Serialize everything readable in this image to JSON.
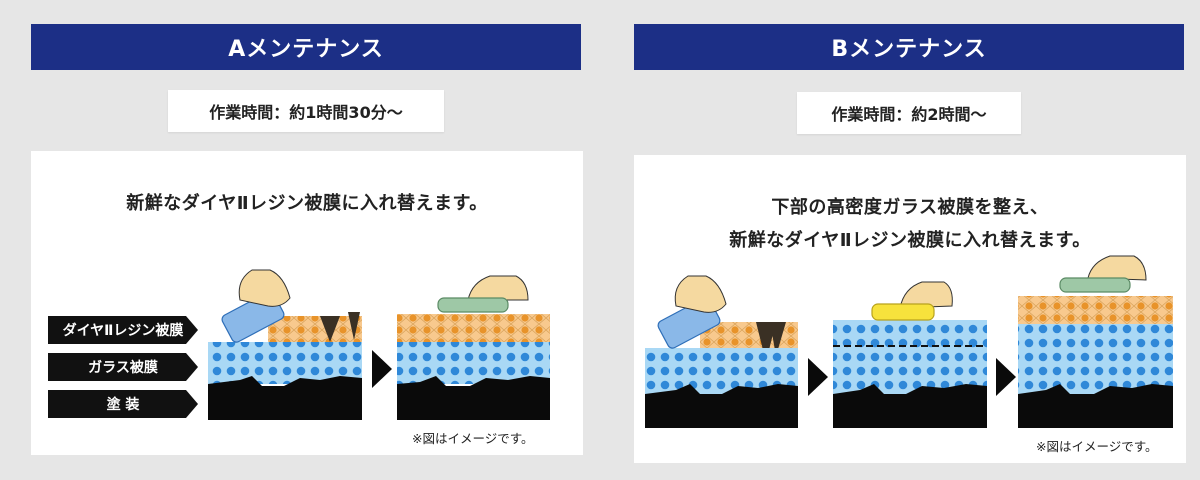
{
  "sections": {
    "a": {
      "title": "Aメンテナンス",
      "time": "作業時間：約1時間30分〜",
      "description_lines": [
        "新鮮なダイヤⅡレジン被膜に入れ替えます。"
      ],
      "layer_labels": [
        "ダイヤⅡレジン被膜",
        "ガラス被膜",
        "塗 装"
      ],
      "note": "※図はイメージです。"
    },
    "b": {
      "title": "Bメンテナンス",
      "time": "作業時間：約2時間〜",
      "description_lines": [
        "下部の高密度ガラス被膜を整え、",
        "新鮮なダイヤⅡレジン被膜に入れ替えます。"
      ],
      "note": "※図はイメージです。"
    }
  },
  "colors": {
    "banner": "#1c2f86",
    "glass_layer_bg": "#a9d8f5",
    "glass_dot": "#2f88d8",
    "resin_layer_bg": "#f8c98e",
    "resin_dot": "#e8932a",
    "paint_layer": "#0a0a0a",
    "sponge_blue": "#8ab8e8",
    "pad_green": "#9ec8a6",
    "pad_yellow": "#f7e23c",
    "hand": "#f5d9a0"
  },
  "icons": [
    "hand-sponge-icon",
    "hand-green-pad-icon",
    "hand-yellow-pad-icon",
    "arrow-right-icon",
    "note-symbol"
  ]
}
